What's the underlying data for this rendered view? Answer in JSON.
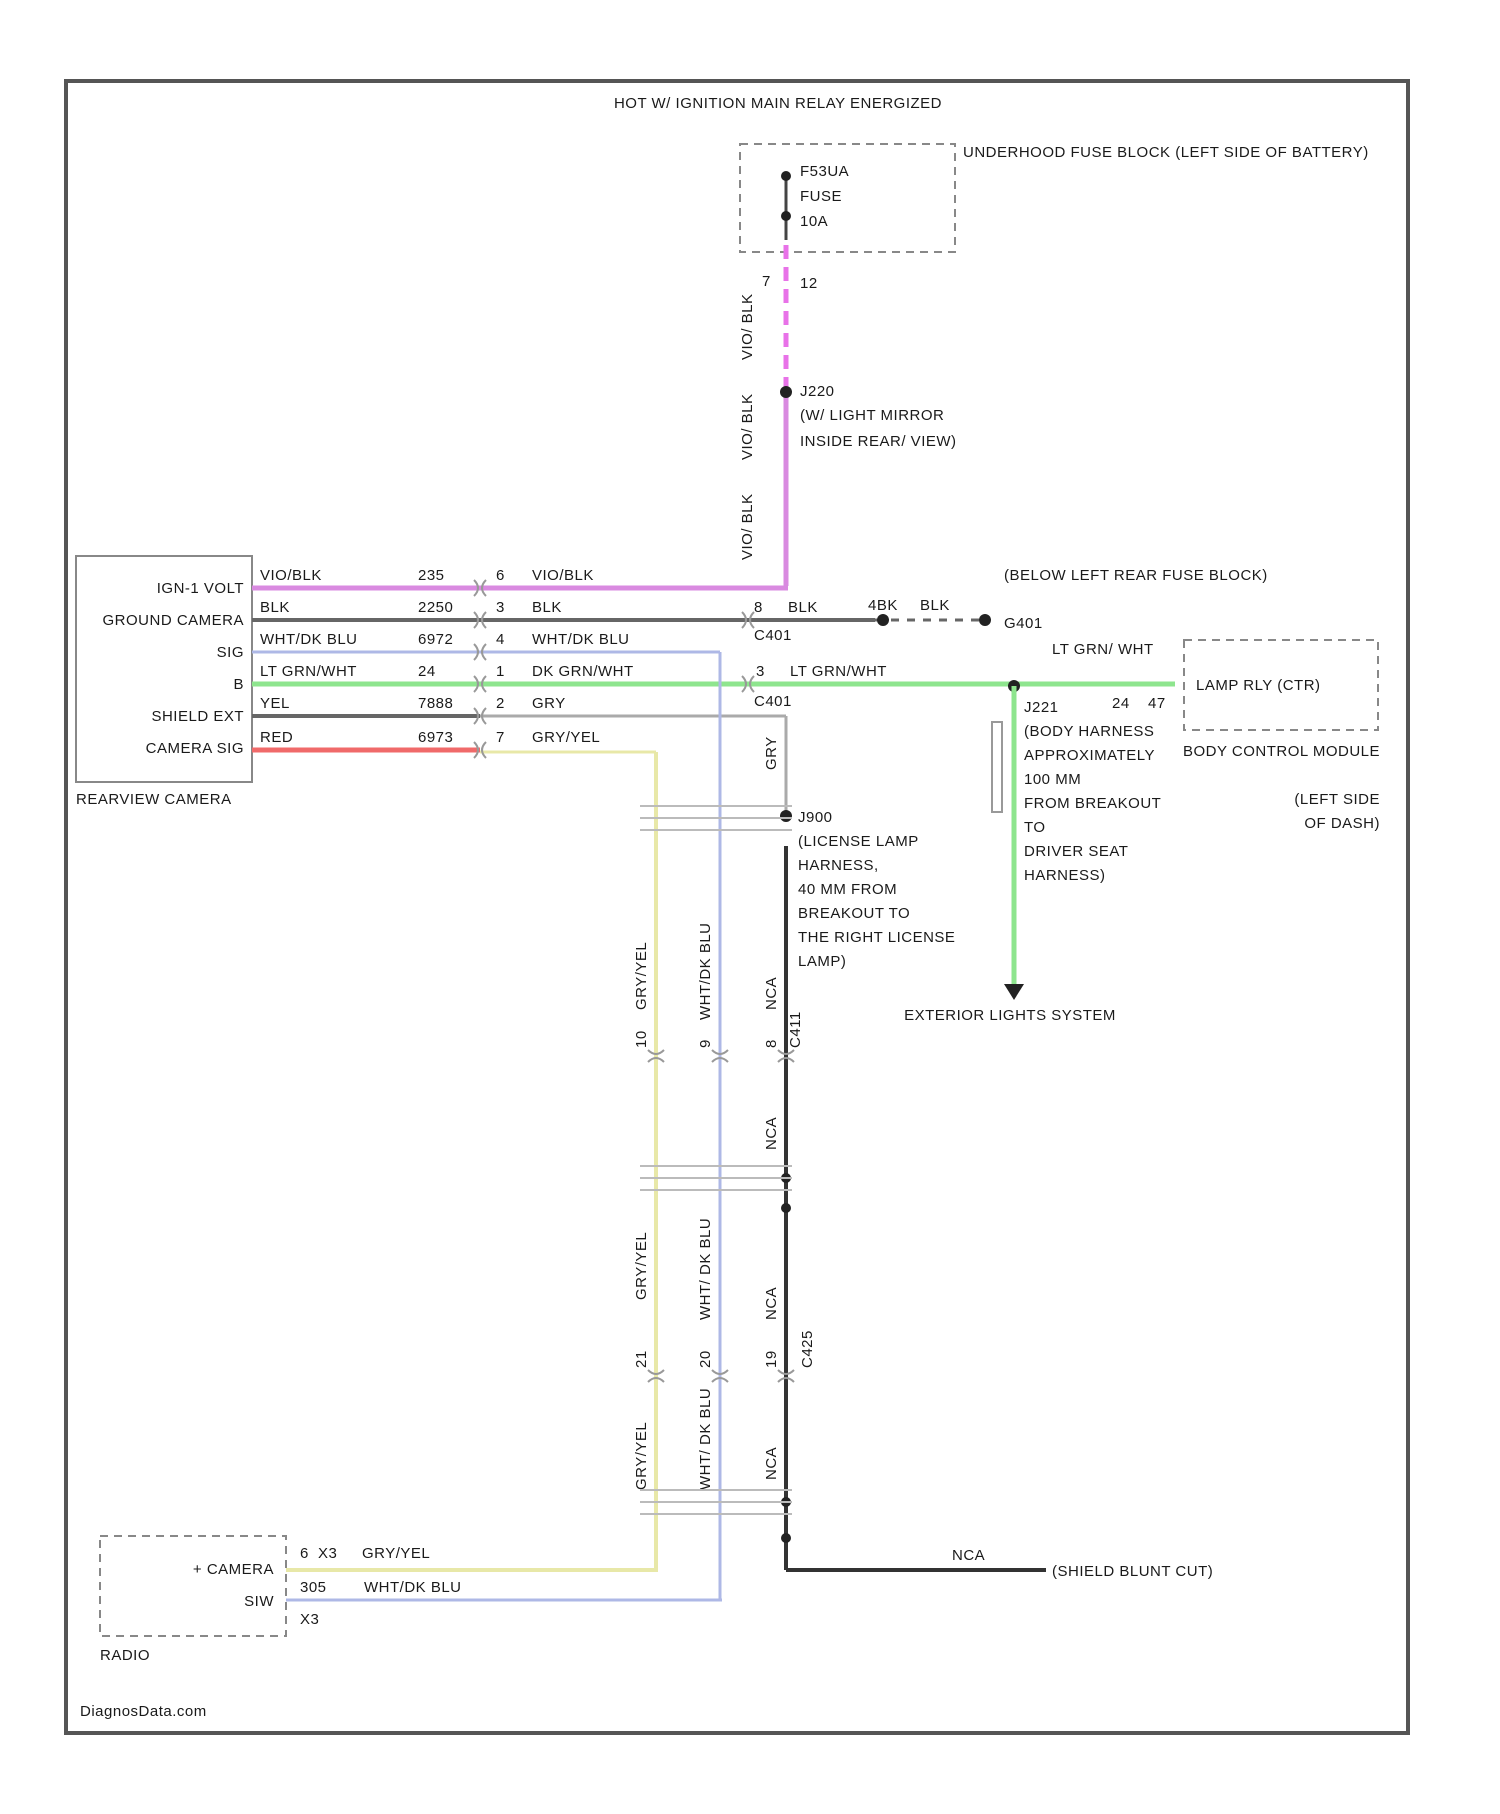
{
  "colors": {
    "violet_black": "#d98ae0",
    "violet_black_dash": "#e872e8",
    "green": "#8ee58e",
    "red": "#f06a6a",
    "gray": "#777777",
    "yellow": "#e8e8a8",
    "blue": "#aeb8e6",
    "dark": "#333333"
  },
  "power_source": "HOT W/ IGNITION MAIN RELAY ENERGIZED",
  "fuse": {
    "name": "F53UA",
    "type": "FUSE",
    "rating": "10A"
  },
  "underhood_fuse_block": "UNDERHOOD FUSE BLOCK (LEFT SIDE OF BATTERY)",
  "fuse_pins": {
    "left": "7",
    "right": "12"
  },
  "vertical_wire_labels": {
    "top": "VIO/ BLK",
    "mid": "VIO/ BLK",
    "low": "VIO/ BLK"
  },
  "splice_j220": {
    "id": "J220",
    "desc1": "(W/ LIGHT MIRROR",
    "desc2": "INSIDE REAR/ VIEW)"
  },
  "rear_camera": {
    "title": "REARVIEW CAMERA",
    "pins": [
      "IGN-1 VOLT",
      "GROUND CAMERA",
      "SIG",
      "B",
      "SHIELD EXT",
      "CAMERA SIG"
    ]
  },
  "wire_rows": [
    {
      "color": "VIO/BLK",
      "circuit": "235",
      "pin": "6",
      "color2": "VIO/BLK"
    },
    {
      "color": "BLK",
      "circuit": "2250",
      "pin": "3",
      "color2": "BLK"
    },
    {
      "color": "WHT/DK BLU",
      "circuit": "6972",
      "pin": "4",
      "color2": "WHT/DK BLU"
    },
    {
      "color": "LT GRN/WHT",
      "circuit": "24",
      "pin": "1",
      "color2": "DK GRN/WHT"
    },
    {
      "color": "YEL",
      "circuit": "7888",
      "pin": "2",
      "color2": "GRY"
    },
    {
      "color": "RED",
      "circuit": "6973",
      "pin": "7",
      "color2": "GRY/YEL"
    }
  ],
  "ground": {
    "pin": "8",
    "color": "BLK",
    "circuit": "4BK",
    "color2": "BLK",
    "id": "G401",
    "location": "(BELOW LEFT REAR FUSE BLOCK)"
  },
  "connector_labels": {
    "a": "C401",
    "b": "C401"
  },
  "lt_grn_run": {
    "pin": "3",
    "color": "LT GRN/WHT"
  },
  "splice_j221": {
    "id": "J221",
    "lines": [
      "(BODY HARNESS",
      "APPROXIMATELY",
      "100 MM",
      "FROM BREAKOUT",
      "TO",
      "DRIVER SEAT",
      "HARNESS)"
    ]
  },
  "bcm_wire": {
    "color": "LT GRN/ WHT",
    "circuit": "24",
    "pin": "47"
  },
  "bcm": {
    "pin_desc": "LAMP RLY (CTR)",
    "name": "BODY CONTROL MODULE",
    "loc1": "(LEFT SIDE",
    "loc2": "OF DASH)"
  },
  "exterior_lights": "EXTERIOR LIGHTS SYSTEM",
  "j900": {
    "id": "J900",
    "lines": [
      "(LICENSE LAMP",
      "HARNESS,",
      "40 MM FROM",
      "BREAKOUT TO",
      "THE RIGHT LICENSE",
      "LAMP)"
    ]
  },
  "vertical_labels": {
    "gry_top": "GRY",
    "gry_yel_1": "GRY/YEL",
    "wht_dk_blu_1": "WHT/DK BLU",
    "ncb_1": "NCA",
    "c4_pins": [
      "10",
      "9",
      "8"
    ],
    "gry_yel_2": "GRY/YEL",
    "wht_dk_blu_2": "WHT/ DK BLU",
    "ncb_2": "NCA",
    "c5_pins": [
      "21",
      "20",
      "19"
    ],
    "c5_name": "C425",
    "gry_yel_3": "GRY/YEL",
    "wht_dk_blu_3": "WHT/ DK BLU",
    "ncb_3": "NCA",
    "c4_name": "C411"
  },
  "shield_ground": {
    "color": "NCA",
    "desc": "(SHIELD BLUNT CUT)"
  },
  "radio": {
    "name": "RADIO",
    "pins": [
      "+ CAMERA",
      "SIW"
    ],
    "row1": {
      "pin": "6",
      "connector": "X3",
      "wire": "GRY/YEL"
    },
    "row2": {
      "pin": "305",
      "wire": "WHT/DK BLU"
    },
    "row3": {
      "connector": "X3"
    }
  },
  "footer": "DiagnosData.com"
}
